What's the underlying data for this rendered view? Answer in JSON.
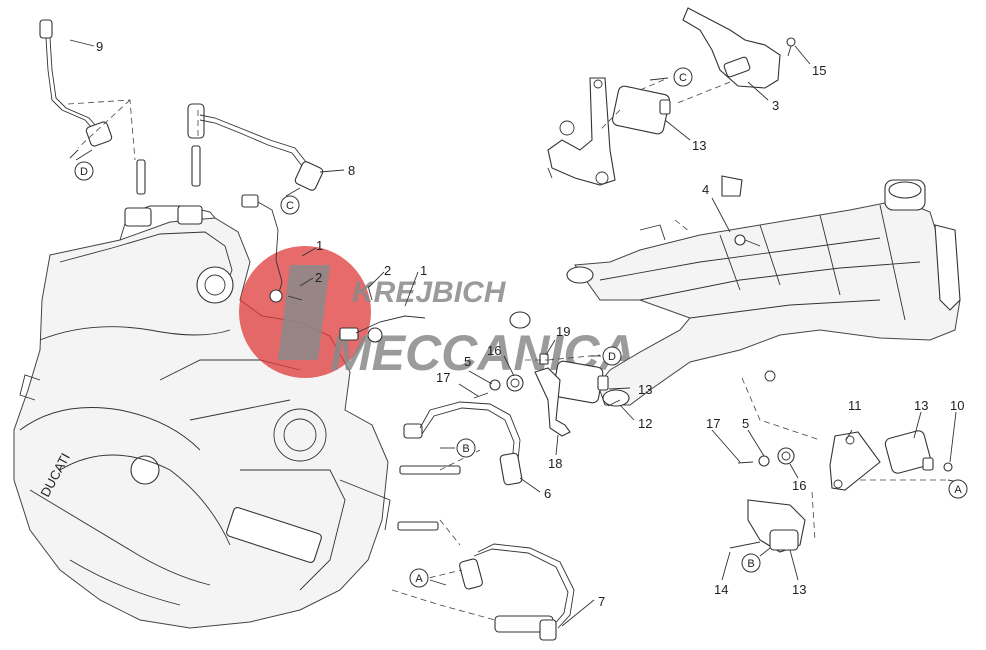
{
  "watermark": {
    "line1": "KREJBICH",
    "line2": "MECCANICA",
    "brand_red": "#e03a3a"
  },
  "callouts": [
    {
      "num": "9"
    },
    {
      "num": "8"
    },
    {
      "num": "1"
    },
    {
      "num": "2"
    },
    {
      "num": "2"
    },
    {
      "num": "1"
    },
    {
      "num": "15"
    },
    {
      "num": "3"
    },
    {
      "num": "13"
    },
    {
      "num": "4"
    },
    {
      "num": "19"
    },
    {
      "num": "5"
    },
    {
      "num": "16"
    },
    {
      "num": "17"
    },
    {
      "num": "13"
    },
    {
      "num": "12"
    },
    {
      "num": "18"
    },
    {
      "num": "6"
    },
    {
      "num": "7"
    },
    {
      "num": "11"
    },
    {
      "num": "13"
    },
    {
      "num": "10"
    },
    {
      "num": "17"
    },
    {
      "num": "5"
    },
    {
      "num": "16"
    },
    {
      "num": "14"
    },
    {
      "num": "13"
    }
  ],
  "connectors": [
    {
      "letter": "D"
    },
    {
      "letter": "C"
    },
    {
      "letter": "C"
    },
    {
      "letter": "D"
    },
    {
      "letter": "B"
    },
    {
      "letter": "A"
    },
    {
      "letter": "A"
    },
    {
      "letter": "B"
    }
  ],
  "engine_logo": "DUCATI"
}
